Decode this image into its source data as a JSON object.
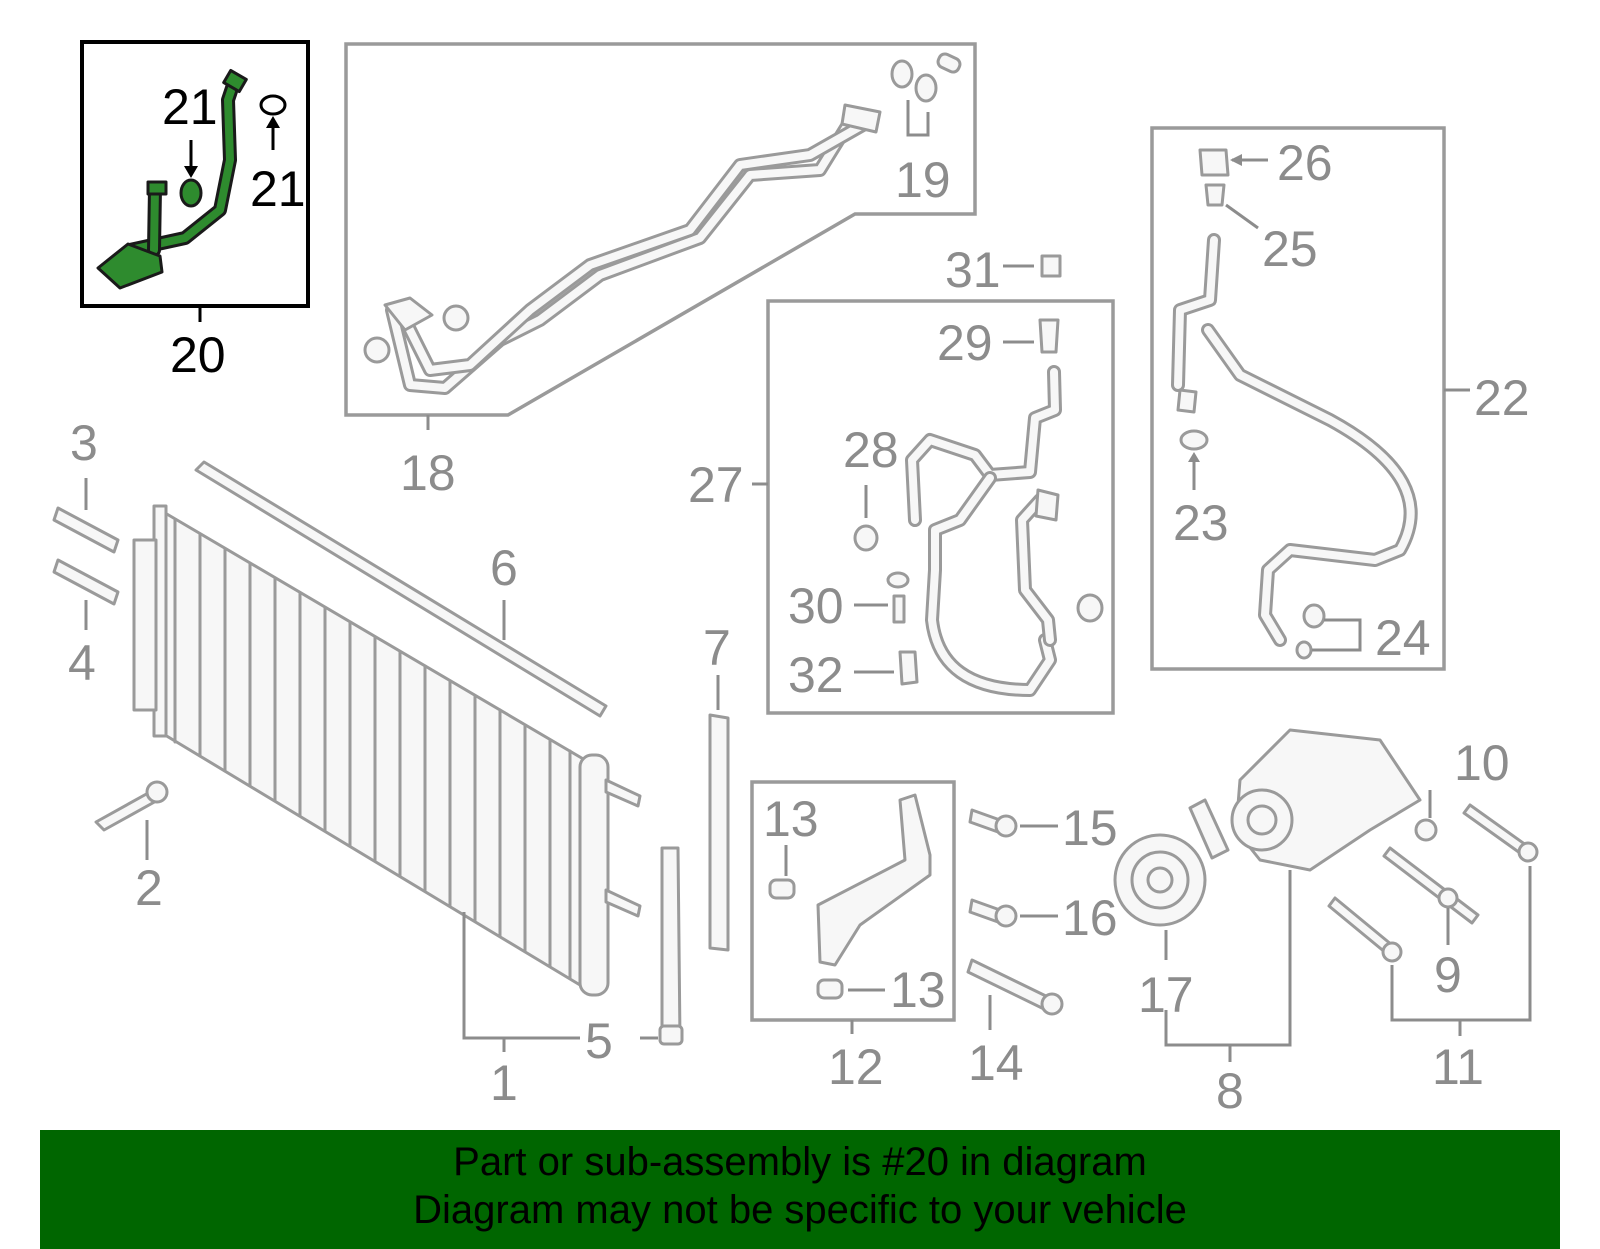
{
  "diagram": {
    "highlighted_part": "20",
    "callouts": {
      "c1": "1",
      "c2": "2",
      "c3": "3",
      "c4": "4",
      "c5": "5",
      "c6": "6",
      "c7": "7",
      "c8": "8",
      "c9": "9",
      "c10": "10",
      "c11": "11",
      "c12": "12",
      "c13a": "13",
      "c13b": "13",
      "c14": "14",
      "c15": "15",
      "c16": "16",
      "c17": "17",
      "c18": "18",
      "c19": "19",
      "c20": "20",
      "c21a": "21",
      "c21b": "21",
      "c22": "22",
      "c23": "23",
      "c24": "24",
      "c25": "25",
      "c26": "26",
      "c27": "27",
      "c28": "28",
      "c29": "29",
      "c30": "30",
      "c31": "31",
      "c32": "32"
    },
    "colors": {
      "highlight": "#2e8b2e",
      "banner": "#006600",
      "parts": "#9a9a9a"
    }
  },
  "banner": {
    "line1": "Part or sub-assembly is #20 in diagram",
    "line2": "Diagram may not be specific to your vehicle"
  }
}
